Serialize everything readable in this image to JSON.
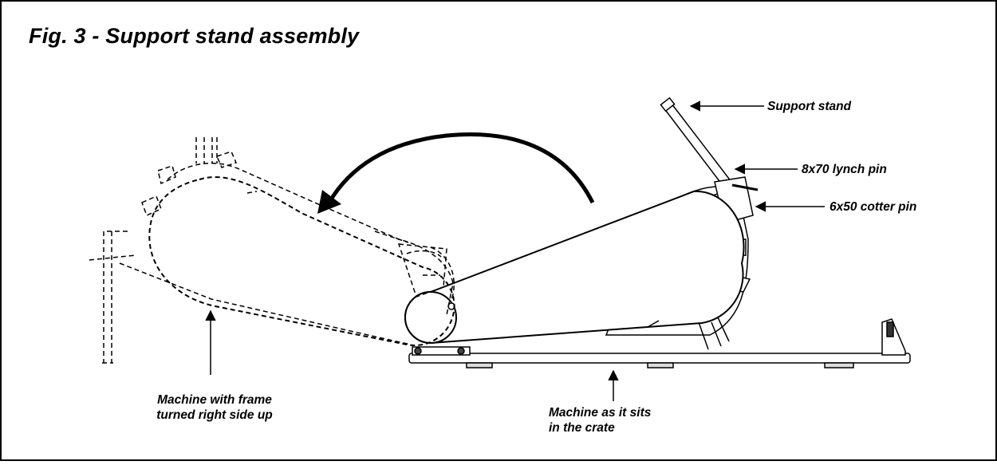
{
  "figure": {
    "title": "Fig. 3 - Support stand assembly",
    "labels": {
      "support_stand": "Support stand",
      "lynch_pin": "8x70 lynch pin",
      "cotter_pin": "6x50 cotter pin",
      "machine_upright_line1": "Machine with frame",
      "machine_upright_line2": "turned right side up",
      "machine_crate_line1": "Machine as it sits",
      "machine_crate_line2": "in the crate"
    }
  }
}
